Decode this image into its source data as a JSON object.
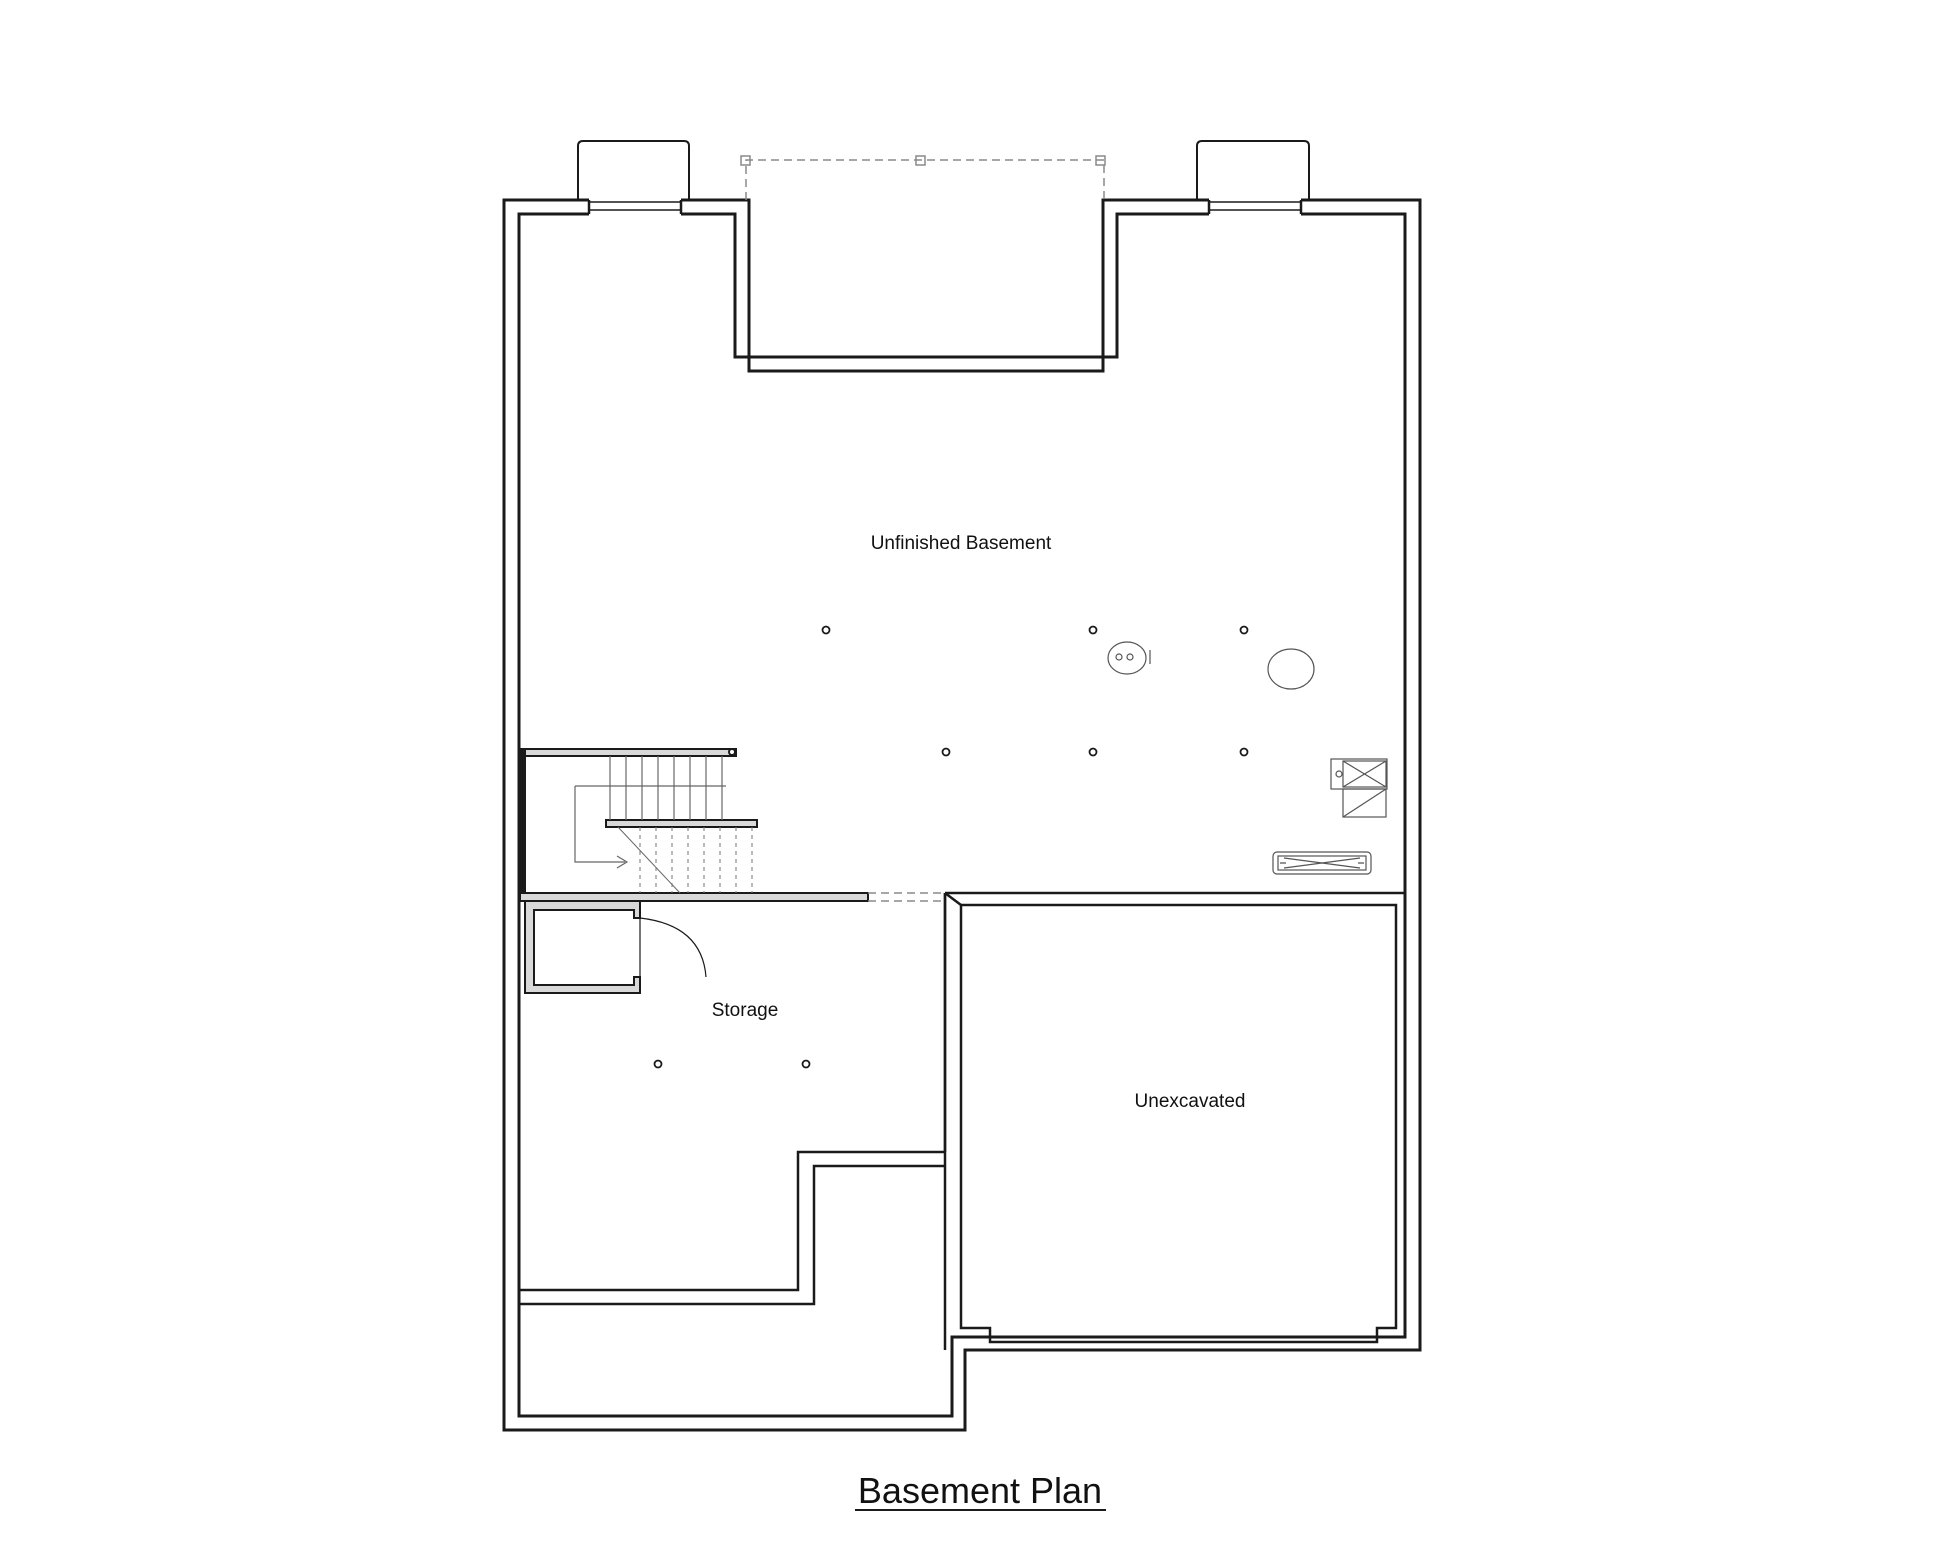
{
  "title": "Basement Plan",
  "rooms": {
    "unfinished_basement": "Unfinished Basement",
    "storage": "Storage",
    "unexcavated": "Unexcavated"
  },
  "colors": {
    "wall": "#1a1a1a",
    "wall_fill": "#ffffff",
    "stair_wall_fill": "#d9d9d9",
    "dashed": "#8a8a8a",
    "fixture": "#555555"
  }
}
